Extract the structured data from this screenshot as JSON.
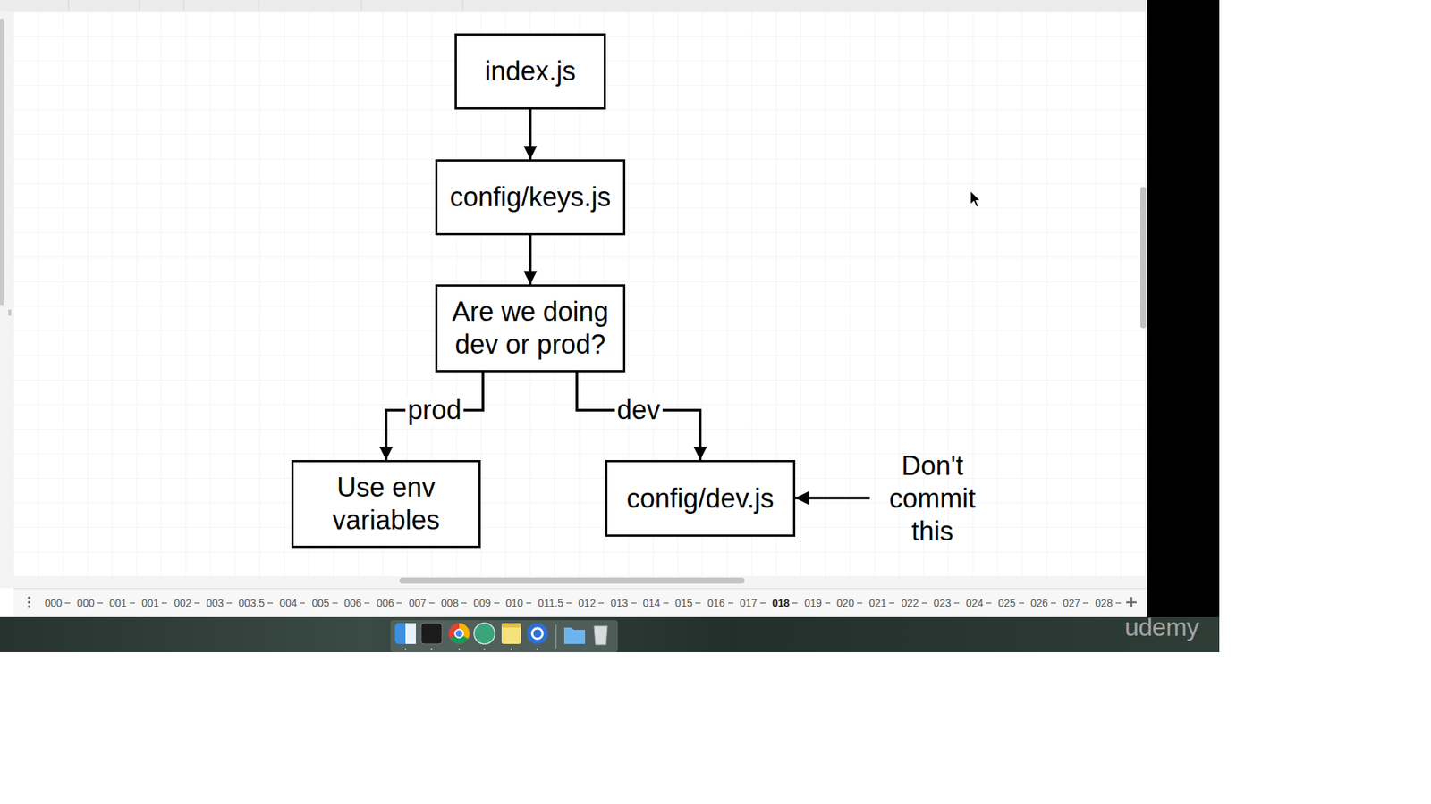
{
  "diagram": {
    "nodes": [
      {
        "text": [
          "index.js"
        ]
      },
      {
        "text": [
          "config/keys.js"
        ]
      },
      {
        "text": [
          "Are we doing dev or prod?"
        ]
      },
      {
        "text": [
          "Use env variables"
        ]
      },
      {
        "text": [
          "config/dev.js"
        ]
      }
    ],
    "edges": [
      {
        "from": 0,
        "to": 1,
        "arrow": "to"
      },
      {
        "from": 1,
        "to": 2,
        "arrow": "to"
      },
      {
        "from": 2,
        "to": 3,
        "label": "prod",
        "arrow": "to"
      },
      {
        "from": 2,
        "to": 4,
        "label": "dev",
        "arrow": "to"
      }
    ],
    "labels": [
      "Don't commit this",
      "000",
      "000",
      "001",
      "001",
      "002",
      "003",
      "003.5",
      "004",
      "005",
      "006",
      "006",
      "007",
      "008",
      "009",
      "010",
      "011.5",
      "012",
      "013",
      "014",
      "015",
      "016",
      "017",
      "018",
      "019",
      "020",
      "021",
      "022",
      "023",
      "024",
      "025",
      "026",
      "027",
      "028",
      "udemy"
    ]
  }
}
